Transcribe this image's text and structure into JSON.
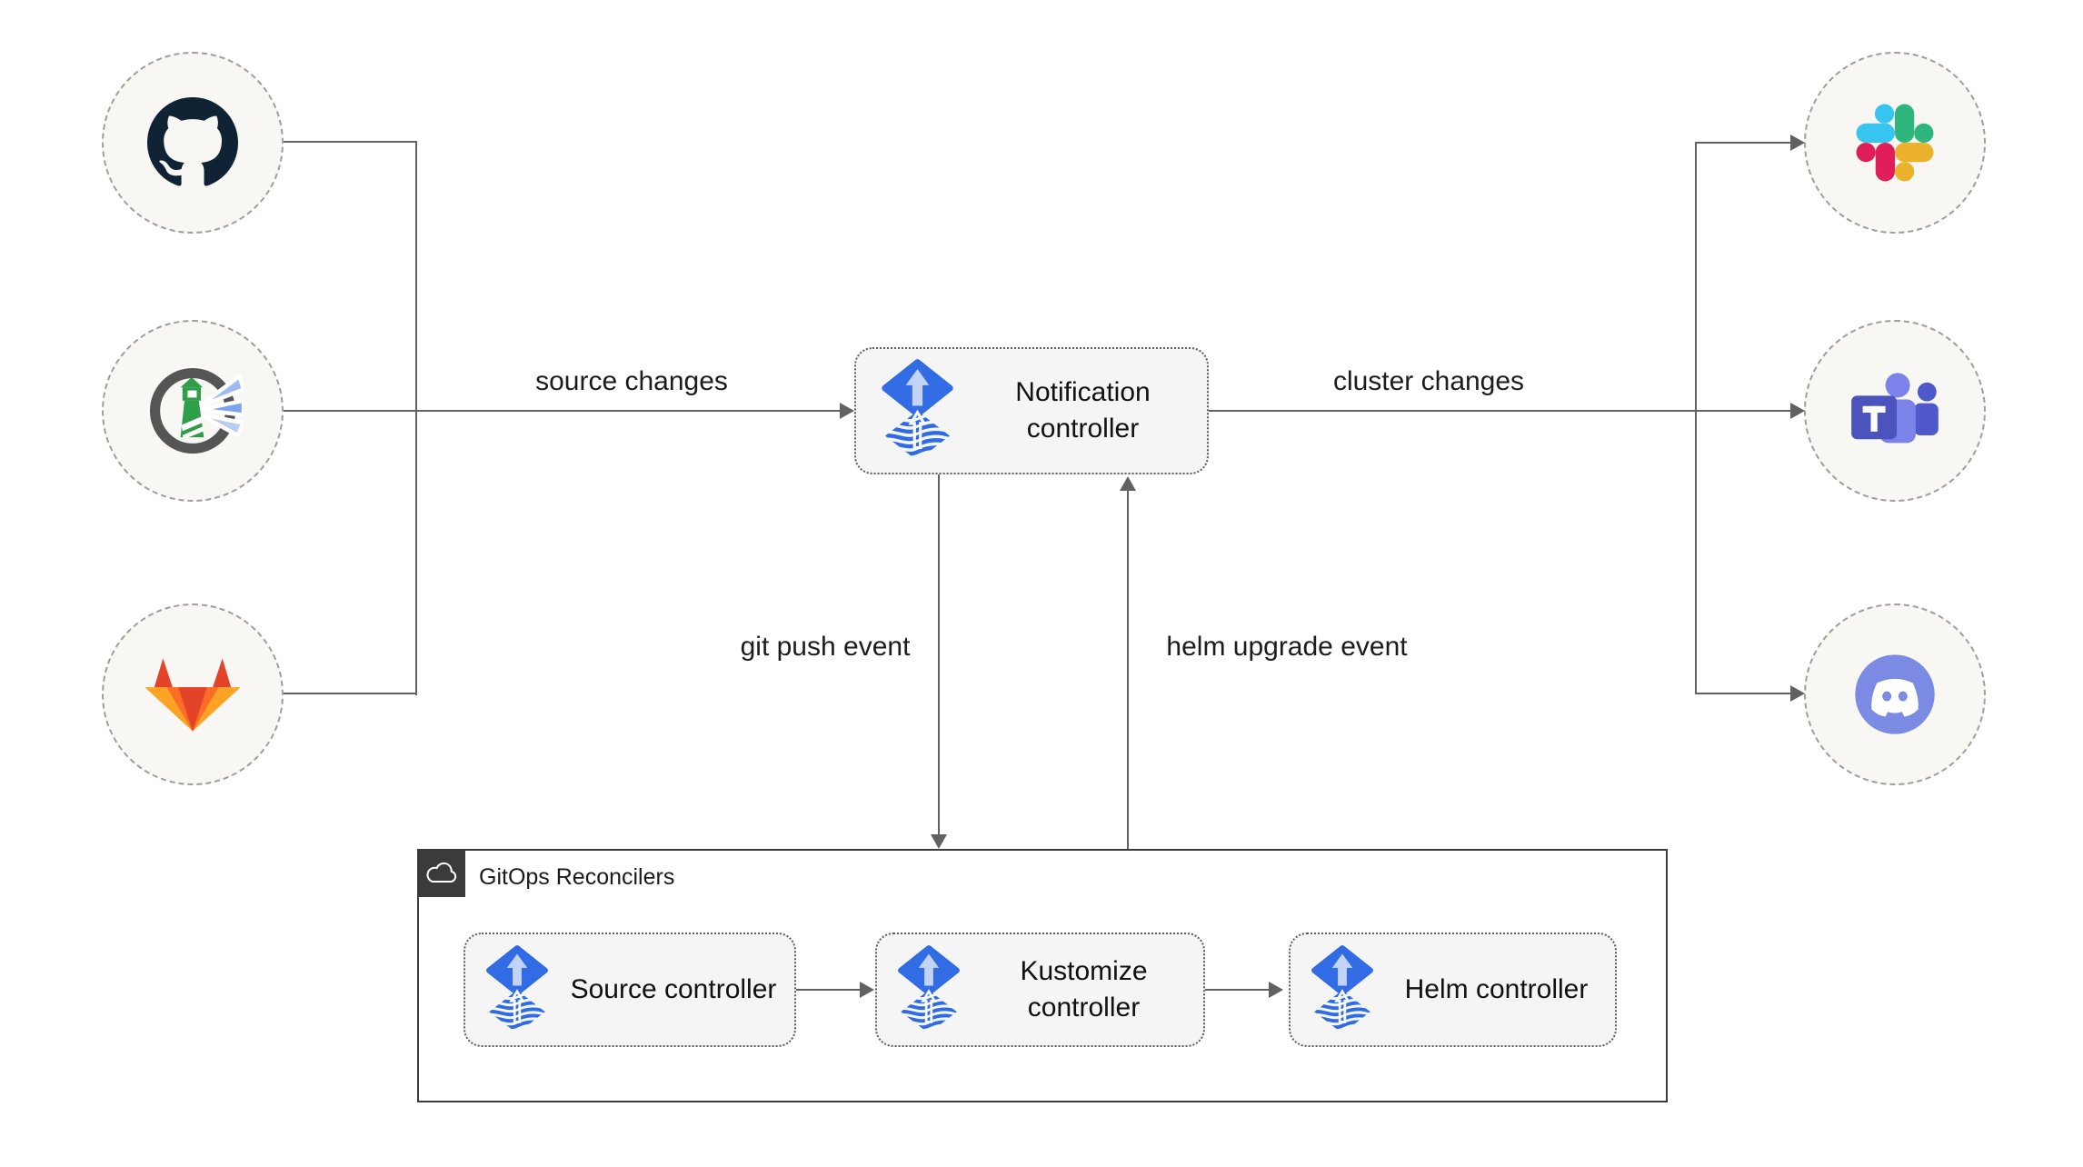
{
  "left_sources": [
    {
      "icon": "github-icon"
    },
    {
      "icon": "harbor-icon"
    },
    {
      "icon": "gitlab-icon"
    }
  ],
  "right_targets": [
    {
      "icon": "slack-icon"
    },
    {
      "icon": "teams-icon"
    },
    {
      "icon": "discord-icon"
    }
  ],
  "nodes": {
    "notification": {
      "label": "Notification controller",
      "icon": "flux-icon"
    },
    "source": {
      "label": "Source controller",
      "icon": "flux-icon"
    },
    "kustomize": {
      "label": "Kustomize controller",
      "icon": "flux-icon"
    },
    "helm": {
      "label": "Helm controller",
      "icon": "flux-icon"
    }
  },
  "group": {
    "label": "GitOps Reconcilers",
    "icon": "cloud-icon"
  },
  "edges": {
    "source_changes": "source changes",
    "cluster_changes": "cluster changes",
    "git_push": "git push event",
    "helm_upgrade": "helm upgrade event"
  },
  "colors": {
    "flux_blue": "#316ce4",
    "flux_arrow_light": "#c3d3f5",
    "edge_gray": "#616161",
    "node_bg": "#f5f5f5",
    "node_border": "#5c5c5c",
    "circle_bg": "#f8f7f4",
    "circle_border": "#9e9e9e",
    "group_border": "#3b3b3b",
    "badge_bg": "#3b3b3b",
    "github": "#102334",
    "harbor_green": "#2f9e49",
    "gitlab_red": "#e24329",
    "gitlab_orange": "#fc6d26",
    "gitlab_yellow": "#fca326",
    "slack_blue": "#36c5f0",
    "slack_green": "#2eb67d",
    "slack_yellow": "#ecb22c",
    "slack_pink": "#e01e5a",
    "teams_purple": "#4b53bc",
    "teams_mid": "#5059c9",
    "teams_light": "#7b83eb",
    "discord_blurple": "#7b8ae3"
  }
}
